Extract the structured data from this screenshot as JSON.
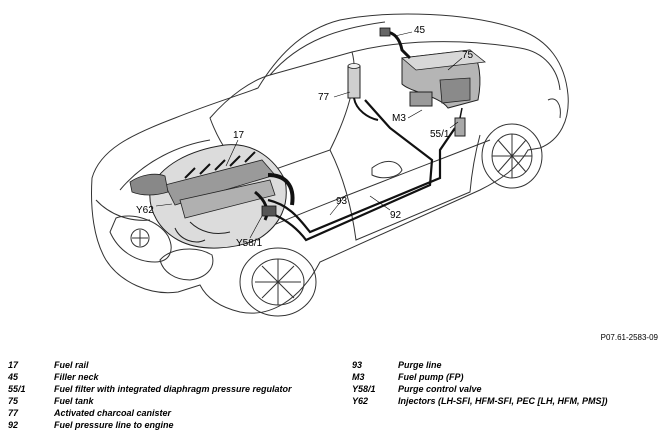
{
  "figure_ref": "P07.61-2583-09",
  "callouts": [
    {
      "code": "45"
    },
    {
      "code": "75"
    },
    {
      "code": "77"
    },
    {
      "code": "M3"
    },
    {
      "code": "55/1"
    },
    {
      "code": "17"
    },
    {
      "code": "93"
    },
    {
      "code": "92"
    },
    {
      "code": "Y62"
    },
    {
      "code": "Y58/1"
    }
  ],
  "legend_left": [
    {
      "code": "17",
      "desc": "Fuel rail"
    },
    {
      "code": "45",
      "desc": "Filler neck"
    },
    {
      "code": "55/1",
      "desc": "Fuel filter with integrated diaphragm pressure regulator"
    },
    {
      "code": "75",
      "desc": "Fuel tank"
    },
    {
      "code": "77",
      "desc": "Activated charcoal canister"
    },
    {
      "code": "92",
      "desc": "Fuel pressure line to engine"
    }
  ],
  "legend_right": [
    {
      "code": "93",
      "desc": "Purge line"
    },
    {
      "code": "M3",
      "desc": "Fuel pump (FP)"
    },
    {
      "code": "Y58/1",
      "desc": "Purge control valve"
    },
    {
      "code": "Y62",
      "desc": "Injectors (LH-SFI, HFM-SFI, PEC [LH, HFM, PMS])"
    }
  ]
}
